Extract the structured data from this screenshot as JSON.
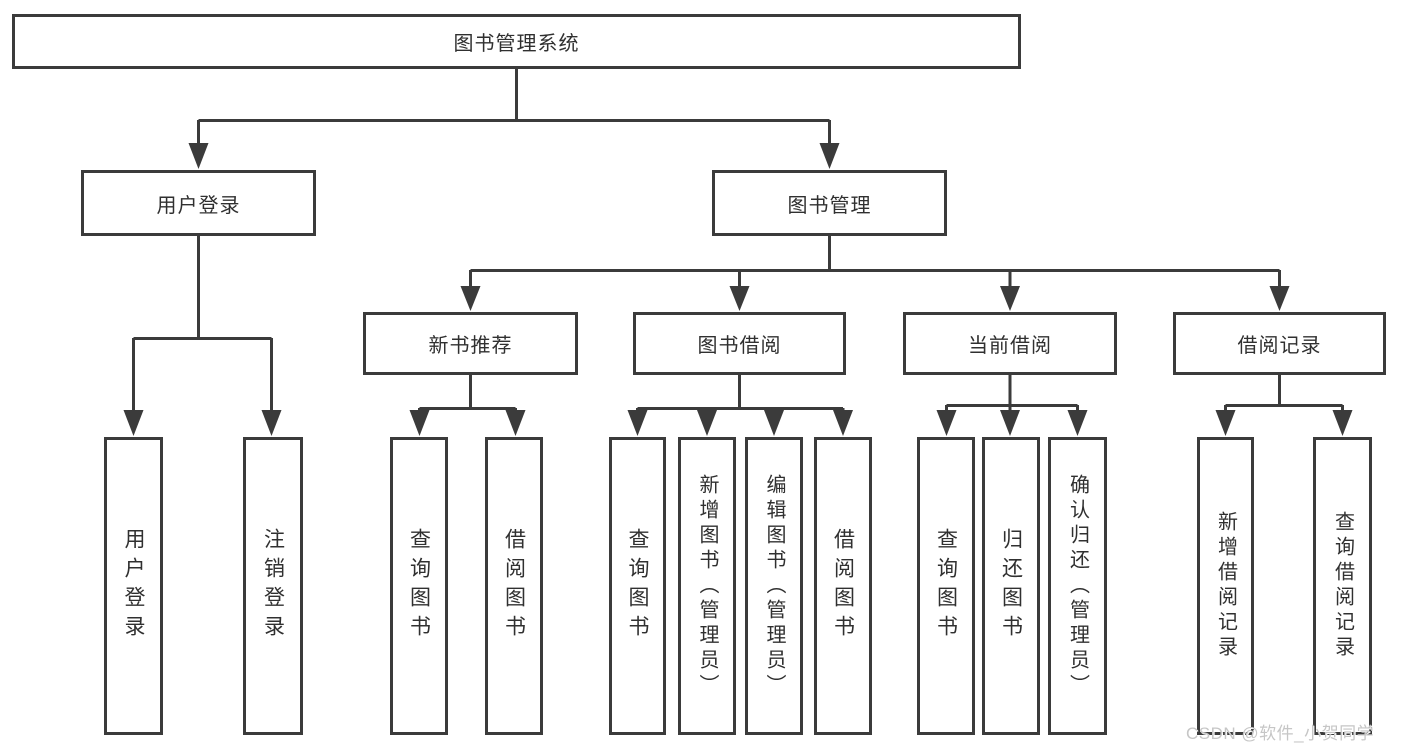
{
  "colors": {
    "line": "#3b3b3b",
    "text": "#303030",
    "bg": "#ffffff",
    "watermark": "#c6c6c6"
  },
  "watermark": {
    "text": "CSDN @软件_小贺同学"
  },
  "diagram_type": "hierarchy",
  "tree": {
    "label": "图书管理系统",
    "children": [
      {
        "label": "用户登录",
        "children": [
          {
            "label": "用户登录"
          },
          {
            "label": "注销登录"
          }
        ]
      },
      {
        "label": "图书管理",
        "children": [
          {
            "label": "新书推荐",
            "children": [
              {
                "label": "查询图书"
              },
              {
                "label": "借阅图书"
              }
            ]
          },
          {
            "label": "图书借阅",
            "children": [
              {
                "label": "查询图书"
              },
              {
                "label": "新增图书（管理员）"
              },
              {
                "label": "编辑图书（管理员）"
              },
              {
                "label": "借阅图书"
              }
            ]
          },
          {
            "label": "当前借阅",
            "children": [
              {
                "label": "查询图书"
              },
              {
                "label": "归还图书"
              },
              {
                "label": "确认归还（管理员）"
              }
            ]
          },
          {
            "label": "借阅记录",
            "children": [
              {
                "label": "新增借阅记录"
              },
              {
                "label": "查询借阅记录"
              }
            ]
          }
        ]
      }
    ]
  }
}
